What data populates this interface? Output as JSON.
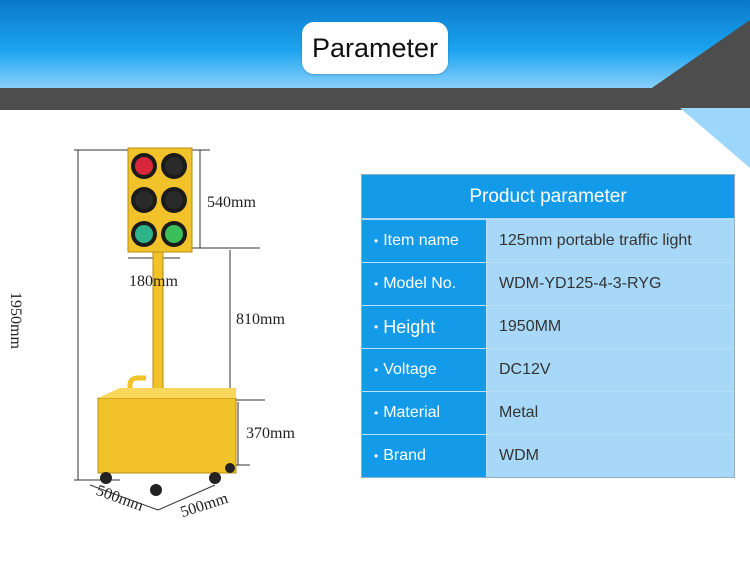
{
  "header": {
    "title": "Parameter"
  },
  "dimensions": {
    "total_height": "1950mm",
    "head_height": "540mm",
    "head_width": "180mm",
    "pole_height": "810mm",
    "base_height": "370mm",
    "base_depth": "500mm",
    "base_width": "500mm"
  },
  "table": {
    "header": "Product parameter",
    "bullet": "•",
    "rows": [
      {
        "label": "Item name",
        "value": "125mm portable traffic light"
      },
      {
        "label": "Model No.",
        "value": "WDM-YD125-4-3-RYG"
      },
      {
        "label": "Height",
        "value": "1950MM"
      },
      {
        "label": "Voltage",
        "value": "DC12V"
      },
      {
        "label": "Material",
        "value": "Metal"
      },
      {
        "label": "Brand",
        "value": "WDM"
      }
    ]
  },
  "colors": {
    "header_blue": "#139bea",
    "header_dark": "#4d4d4d",
    "cell_light": "#a8d8f8",
    "housing_yellow": "#f2c22a"
  }
}
